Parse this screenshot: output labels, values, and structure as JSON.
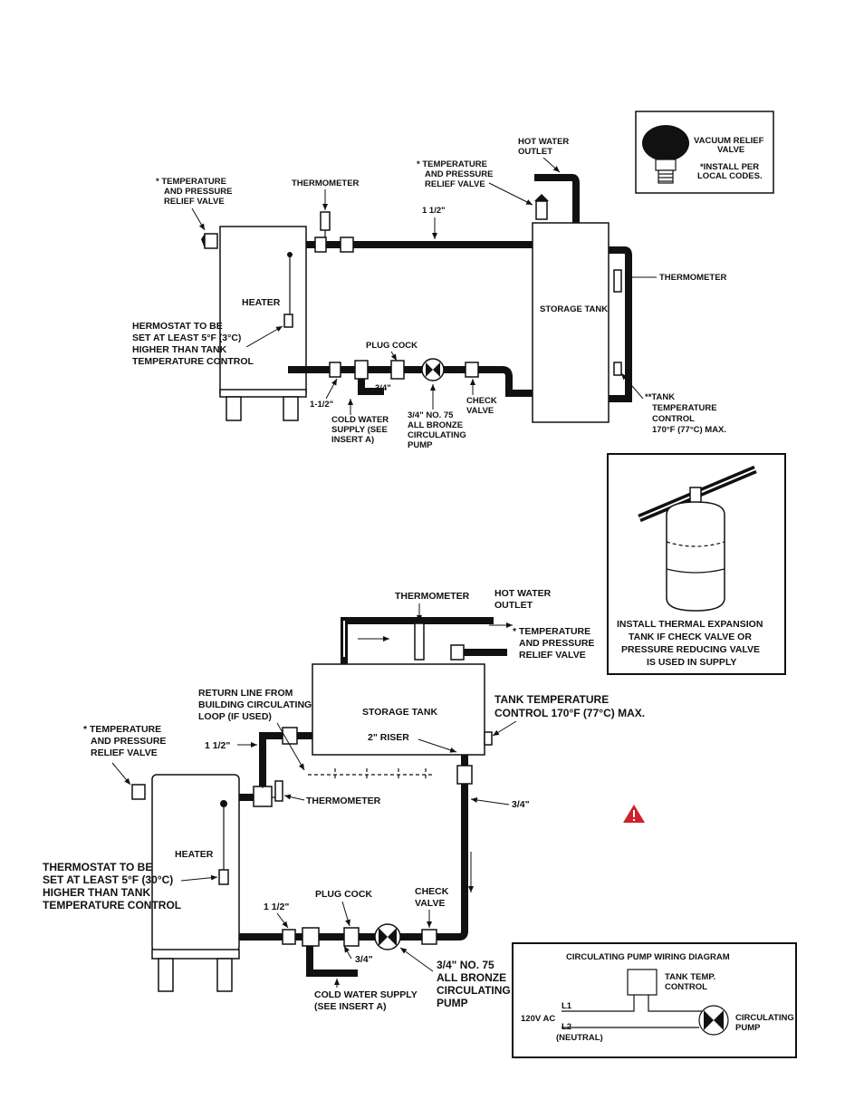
{
  "top_diagram": {
    "tp_valve_left": [
      "*  TEMPERATURE",
      "AND PRESSURE",
      "RELIEF VALVE"
    ],
    "thermometer_top": "THERMOMETER",
    "tp_valve_right": [
      "*  TEMPERATURE",
      "AND PRESSURE",
      "RELIEF VALVE"
    ],
    "hot_water_outlet": [
      "HOT WATER",
      "OUTLET"
    ],
    "pipe_size_upper": "1 1/2\"",
    "heater": "HEATER",
    "storage_tank": "STORAGE TANK",
    "thermometer_side": "THERMOMETER",
    "thermostat_note": [
      "HERMOSTAT TO BE",
      "SET AT LEAST 5°F (3°C)",
      "HIGHER THAN TANK",
      "TEMPERATURE CONTROL"
    ],
    "plug_cock": "PLUG COCK",
    "size_34": "3/4\"",
    "size_112": "1-1/2\"",
    "cold_water": [
      "COLD WATER",
      "SUPPLY (SEE",
      "INSERT A)"
    ],
    "pump": [
      "3/4\" NO. 75",
      "ALL BRONZE",
      "CIRCULATING",
      "PUMP"
    ],
    "check_valve": [
      "CHECK",
      "VALVE"
    ],
    "tank_temp_control": [
      "**TANK",
      "TEMPERATURE",
      "CONTROL",
      "170°F (77°C) MAX."
    ]
  },
  "vacuum_inset": {
    "title": [
      "VACUUM RELIEF",
      "VALVE"
    ],
    "note": [
      "*INSTALL PER",
      "LOCAL CODES."
    ]
  },
  "expansion_inset": {
    "caption": [
      "INSTALL THERMAL EXPANSION",
      "TANK IF CHECK VALVE OR",
      "PRESSURE REDUCING VALVE",
      "IS USED IN SUPPLY"
    ]
  },
  "bottom_diagram": {
    "thermometer_top": "THERMOMETER",
    "hot_water_outlet": [
      "HOT WATER",
      "OUTLET"
    ],
    "tp_valve_right": [
      "* TEMPERATURE",
      "AND PRESSURE",
      "RELIEF VALVE"
    ],
    "return_line": [
      "RETURN LINE FROM",
      "BUILDING CIRCULATING",
      "LOOP (IF USED)"
    ],
    "storage_tank": "STORAGE TANK",
    "tank_temp_control": [
      "TANK TEMPERATURE",
      "CONTROL 170°F (77°C) MAX."
    ],
    "tp_valve_left": [
      "* TEMPERATURE",
      "AND PRESSURE",
      "RELIEF VALVE"
    ],
    "size_112_upper": "1 1/2\"",
    "riser": "2\" RISER",
    "thermometer_mid": "THERMOMETER",
    "size_34_right": "3/4\"",
    "heater": "HEATER",
    "thermostat_note": [
      "THERMOSTAT TO BE",
      "SET AT LEAST 5°F (30°C)",
      "HIGHER THAN TANK",
      "TEMPERATURE CONTROL"
    ],
    "plug_cock": "PLUG COCK",
    "check_valve": [
      "CHECK",
      "VALVE"
    ],
    "size_112_lower": "1 1/2\"",
    "size_34_lower": "3/4\"",
    "pump": [
      "3/4\" NO. 75",
      "ALL BRONZE",
      "CIRCULATING",
      "PUMP"
    ],
    "cold_water": [
      "COLD WATER SUPPLY",
      "(SEE INSERT A)"
    ],
    "warning_icon": "warning-triangle-icon"
  },
  "wiring": {
    "title": "CIRCULATING PUMP WIRING DIAGRAM",
    "control": [
      "TANK TEMP.",
      "CONTROL"
    ],
    "voltage": "120V AC",
    "l1": "L1",
    "l2": [
      "L2",
      "(NEUTRAL)"
    ],
    "pump": [
      "CIRCULATING",
      "PUMP"
    ]
  },
  "colors": {
    "ink": "#111111",
    "warning": "#d0202a"
  }
}
